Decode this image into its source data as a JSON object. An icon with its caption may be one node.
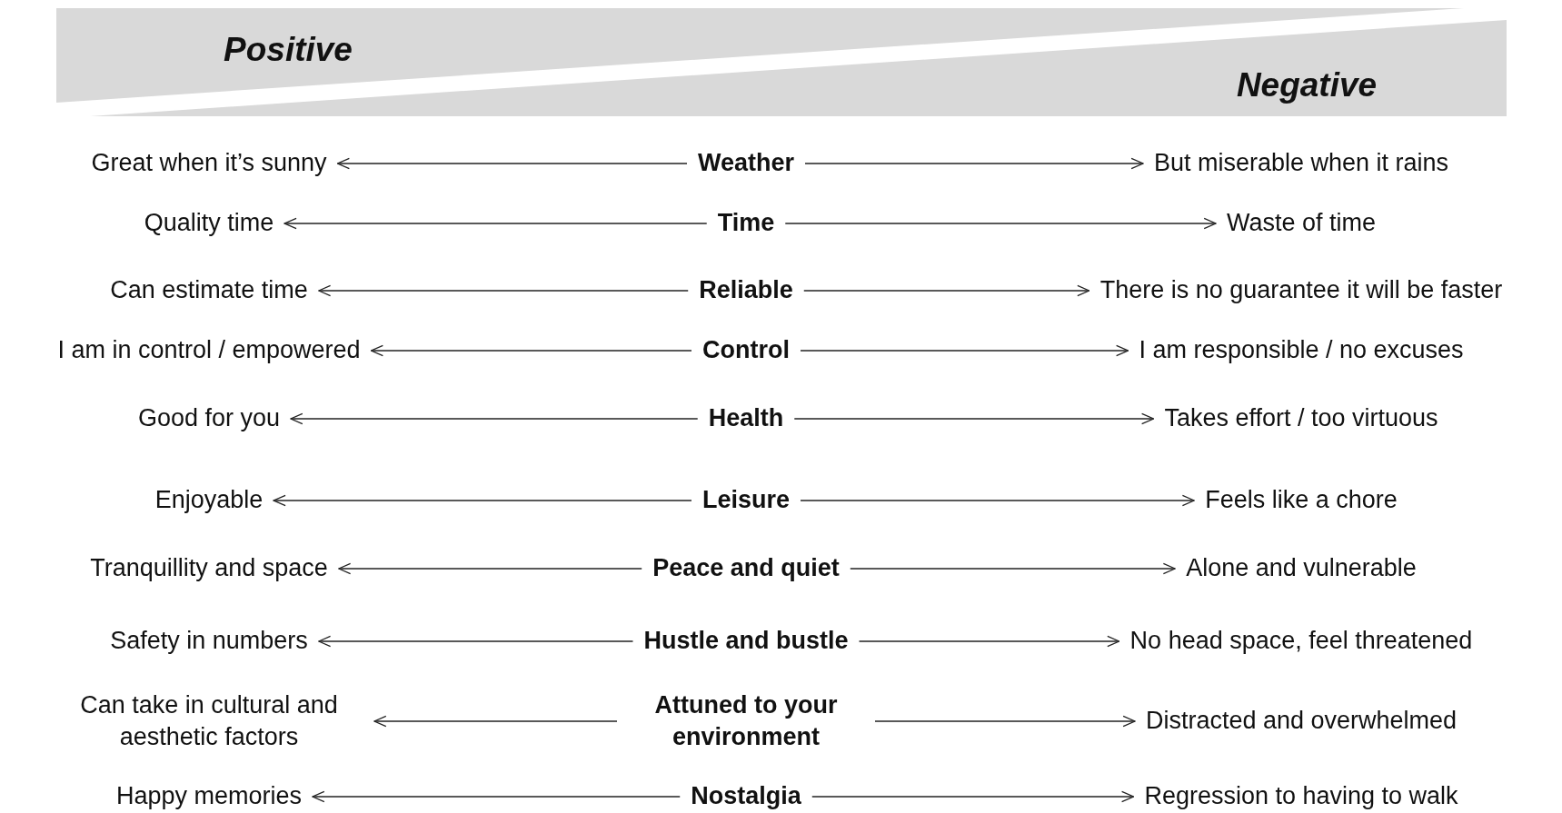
{
  "diagram": {
    "nodes": [
      {
        "text": [
          "Great when it’s sunny"
        ]
      },
      {
        "text": [
          "Weather"
        ]
      },
      {
        "text": [
          "But miserable when it rains"
        ]
      },
      {
        "text": [
          "Quality time"
        ]
      },
      {
        "text": [
          "Time"
        ]
      },
      {
        "text": [
          "Waste of time"
        ]
      },
      {
        "text": [
          "Can estimate time"
        ]
      },
      {
        "text": [
          "Reliable"
        ]
      },
      {
        "text": [
          "There is no guarantee it will be faster"
        ]
      },
      {
        "text": [
          "I am in control / empowered"
        ]
      },
      {
        "text": [
          "Control"
        ]
      },
      {
        "text": [
          "I am responsible / no excuses"
        ]
      },
      {
        "text": [
          "Good for you"
        ]
      },
      {
        "text": [
          "Health"
        ]
      },
      {
        "text": [
          "Takes effort / too virtuous"
        ]
      },
      {
        "text": [
          "Enjoyable"
        ]
      },
      {
        "text": [
          "Leisure"
        ]
      },
      {
        "text": [
          "Feels like a chore"
        ]
      },
      {
        "text": [
          "Tranquillity and space"
        ]
      },
      {
        "text": [
          "Peace and quiet"
        ]
      },
      {
        "text": [
          "Alone and vulnerable"
        ]
      },
      {
        "text": [
          "Safety in numbers"
        ]
      },
      {
        "text": [
          "Hustle and bustle"
        ]
      },
      {
        "text": [
          "No head space, feel threatened"
        ]
      },
      {
        "text": [
          "Can take in cultural and aesthetic factors"
        ]
      },
      {
        "text": [
          "Attuned to your environment"
        ]
      },
      {
        "text": [
          "Distracted and overwhelmed"
        ]
      },
      {
        "text": [
          "Happy memories"
        ]
      },
      {
        "text": [
          "Nostalgia"
        ]
      },
      {
        "text": [
          "Regression to having to walk"
        ]
      }
    ],
    "edges": [
      {
        "from": 1,
        "to": 0,
        "arrow": "to"
      },
      {
        "from": 1,
        "to": 2,
        "arrow": "to"
      },
      {
        "from": 4,
        "to": 3,
        "arrow": "to"
      },
      {
        "from": 4,
        "to": 5,
        "arrow": "to"
      },
      {
        "from": 7,
        "to": 6,
        "arrow": "to"
      },
      {
        "from": 7,
        "to": 8,
        "arrow": "to"
      },
      {
        "from": 10,
        "to": 9,
        "arrow": "to"
      },
      {
        "from": 10,
        "to": 11,
        "arrow": "to"
      },
      {
        "from": 13,
        "to": 12,
        "arrow": "to"
      },
      {
        "from": 13,
        "to": 14,
        "arrow": "to"
      },
      {
        "from": 16,
        "to": 15,
        "arrow": "to"
      },
      {
        "from": 16,
        "to": 17,
        "arrow": "to"
      },
      {
        "from": 19,
        "to": 18,
        "arrow": "to"
      },
      {
        "from": 19,
        "to": 20,
        "arrow": "to"
      },
      {
        "from": 22,
        "to": 21,
        "arrow": "to"
      },
      {
        "from": 22,
        "to": 23,
        "arrow": "to"
      },
      {
        "from": 25,
        "to": 24,
        "arrow": "to"
      },
      {
        "from": 25,
        "to": 26,
        "arrow": "to"
      },
      {
        "from": 28,
        "to": 27,
        "arrow": "to"
      },
      {
        "from": 28,
        "to": 29,
        "arrow": "to"
      }
    ],
    "labels": [
      "Positive",
      "Negative"
    ]
  }
}
